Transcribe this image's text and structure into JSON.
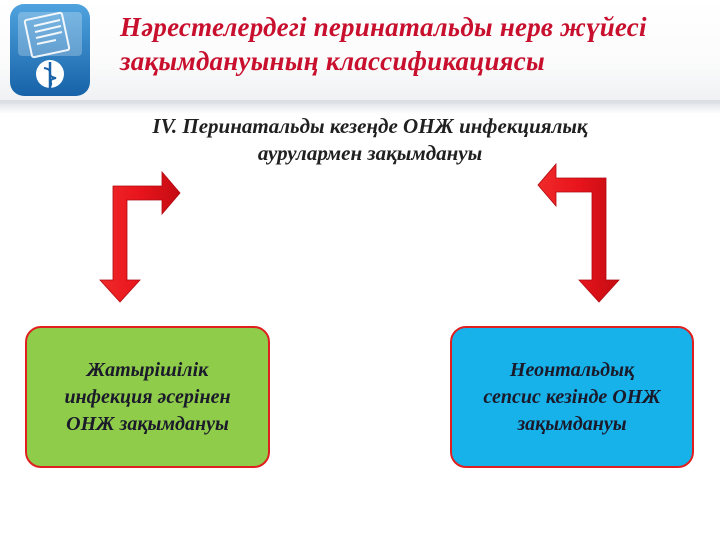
{
  "header": {
    "title_line1": "Нәрестелердегі перинатальды нерв жүйесі",
    "title_line2": "зақымдануының классификациясы"
  },
  "subtitle": {
    "line1": "IV. Перинатальды кезеңде ОНЖ инфекциялық",
    "line2": "аурулармен зақымдануы"
  },
  "boxes": {
    "left": {
      "line1": "Жатырішілік",
      "line2": "инфекция әсерінен",
      "line3": "ОНЖ зақымдануы"
    },
    "right": {
      "line1": "Неонтальдық",
      "line2": "сепсис кезінде ОНЖ",
      "line3": "зақымдануы"
    }
  },
  "colors": {
    "title": "#c8102e",
    "arrow": "#e8141c",
    "left_box": "#8fcc4a",
    "right_box": "#17b2ea",
    "box_border": "#e02020"
  },
  "icons": {
    "logo": "medical-caduceus-document-logo"
  }
}
